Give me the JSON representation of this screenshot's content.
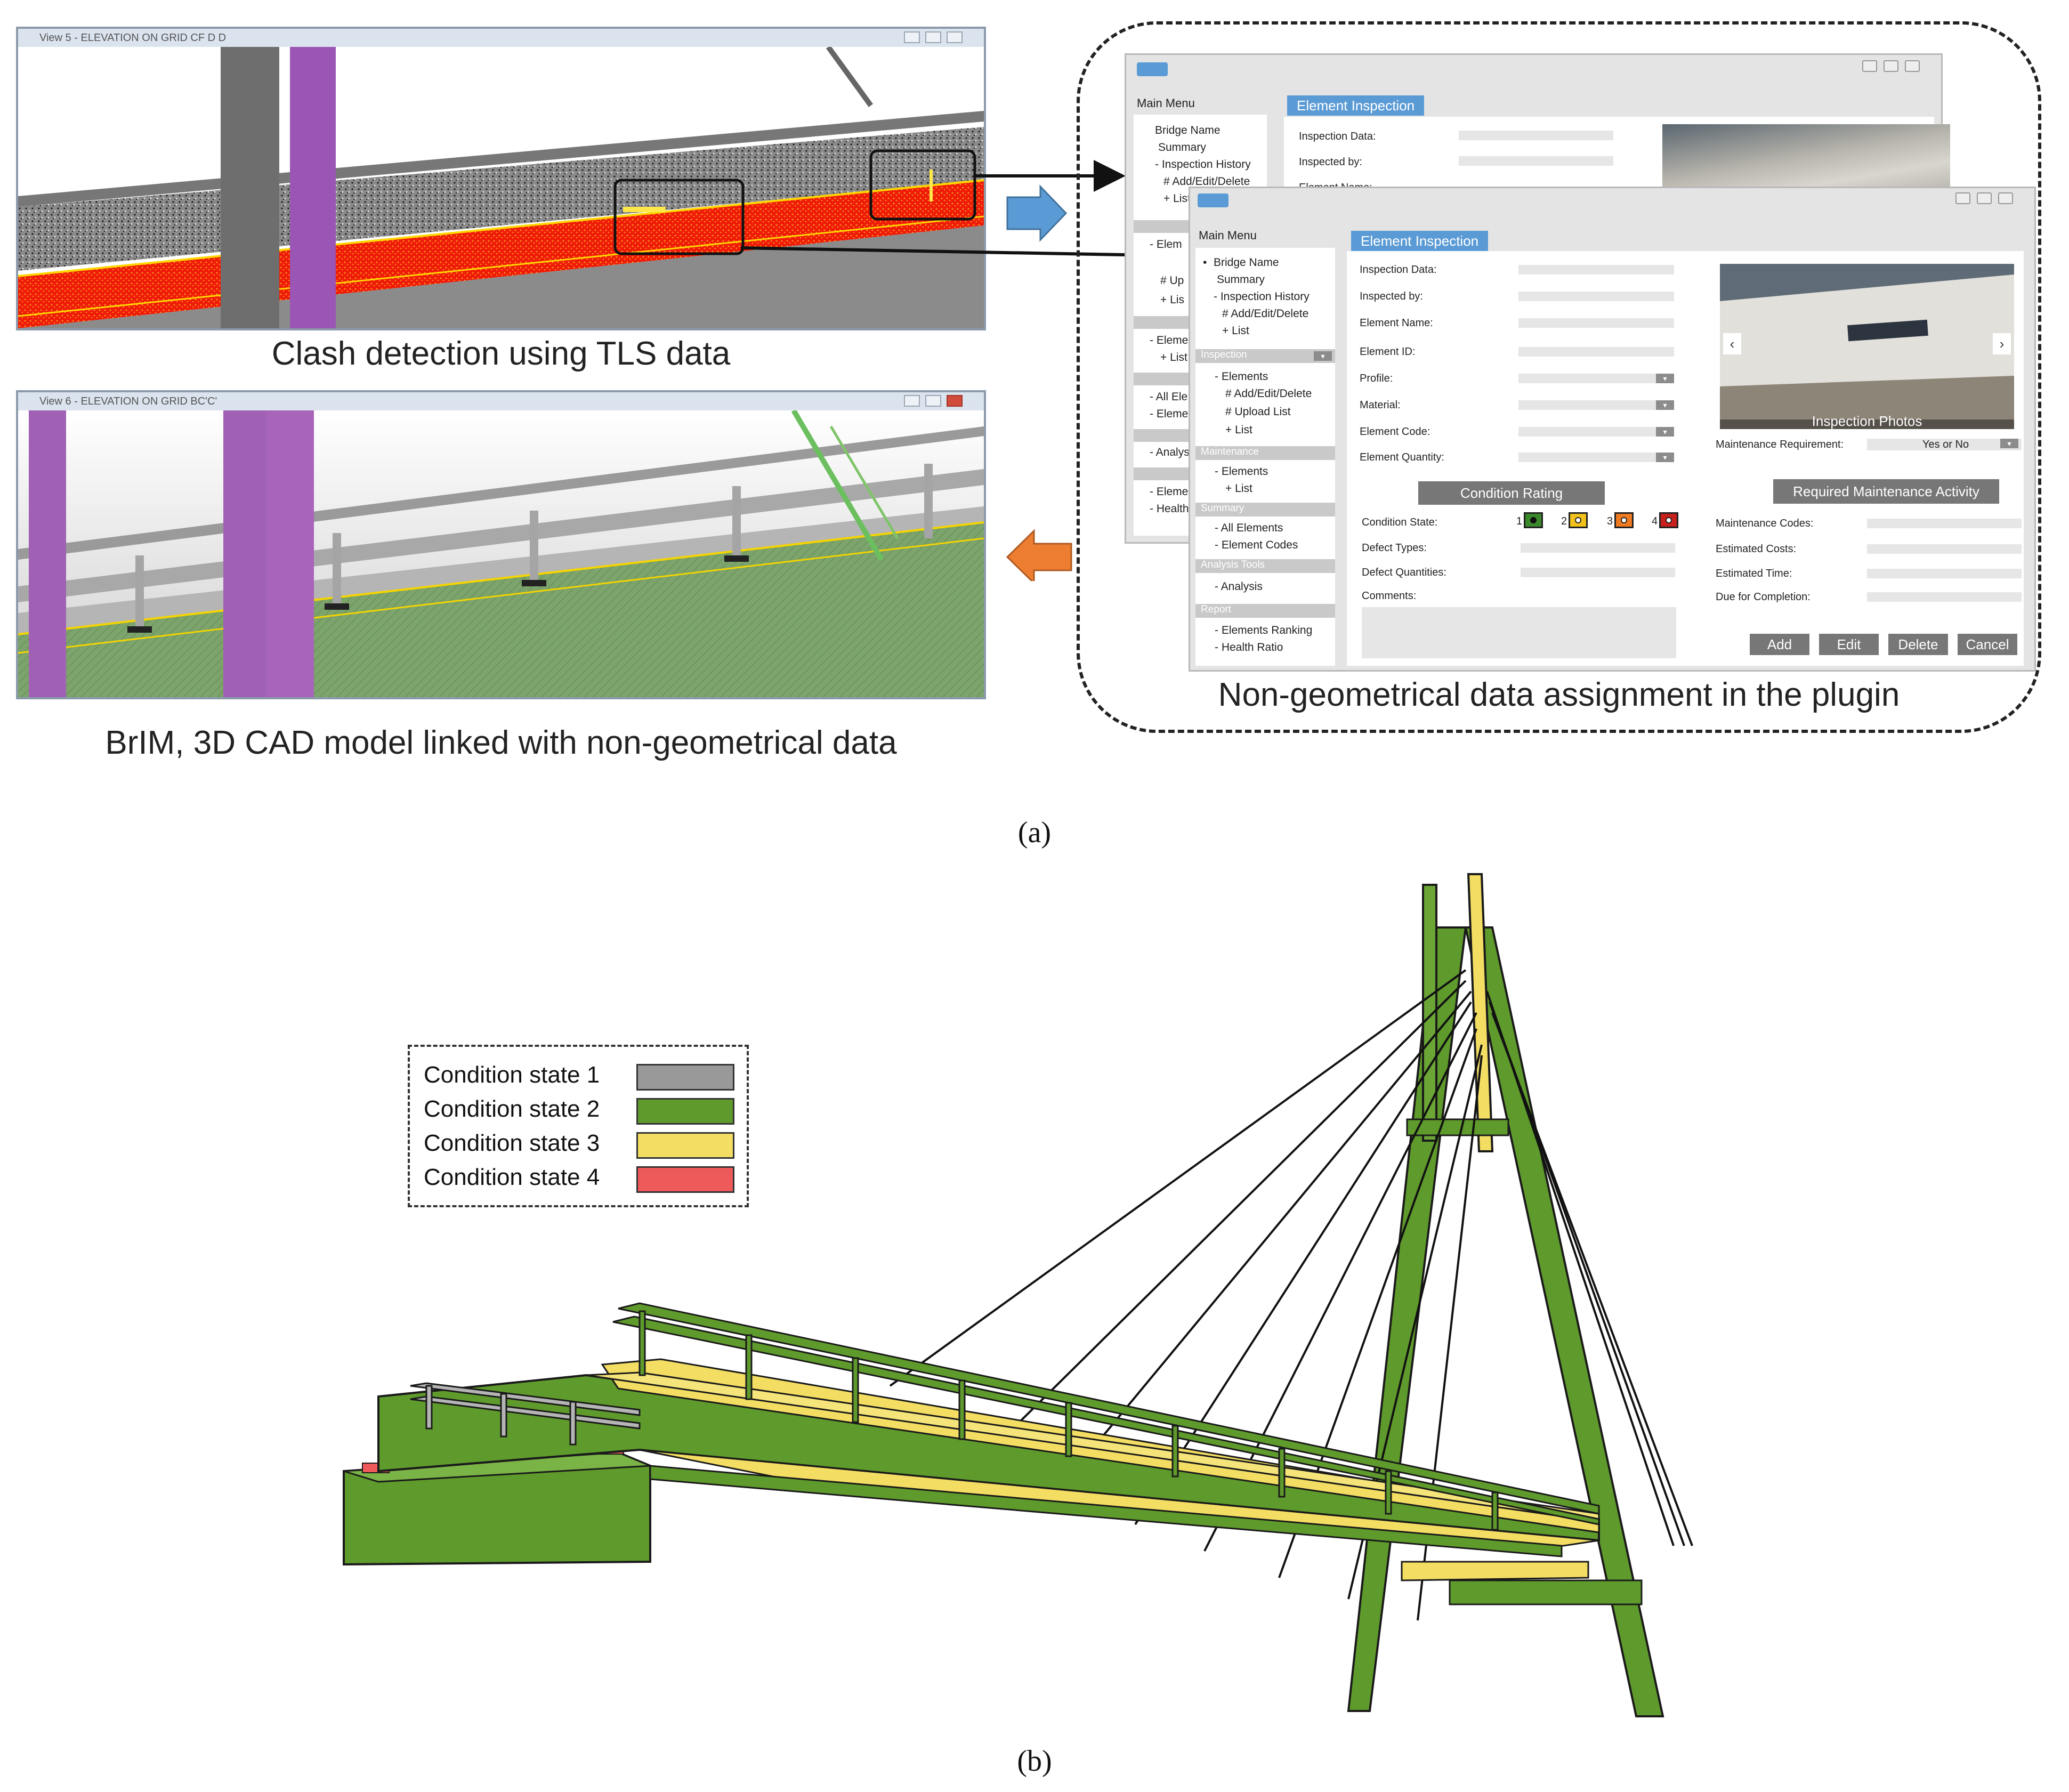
{
  "panel_a": {
    "tls_window": {
      "title": "View 5 - ELEVATION ON GRID CF D D"
    },
    "tls_caption": "Clash detection using TLS data",
    "cad_window": {
      "title": "View 6 - ELEVATION ON GRID BC'C'"
    },
    "cad_caption": "BrIM, 3D CAD model linked with non-geometrical data",
    "plugin_caption": "Non-geometrical data assignment in the plugin",
    "label": "(a)"
  },
  "plugin_back": {
    "main_menu": "Main Menu",
    "section_title": "Element Inspection",
    "menu_items": [
      "Bridge Name",
      "Summary",
      "- Inspection History",
      "# Add/Edit/Delete",
      "+ List"
    ],
    "truncated_items": [
      "- Elem",
      "# Up",
      "+ Lis",
      "- Eleme",
      "+ List",
      "- All Ele",
      "- Eleme",
      "- Analys",
      "- Eleme",
      "- Health"
    ],
    "fields": [
      "Inspection Data:",
      "Inspected by:",
      "Element Name:"
    ]
  },
  "plugin_front": {
    "main_menu": "Main Menu",
    "section_title": "Element Inspection",
    "menu_top": [
      "Bridge Name",
      "Summary",
      "- Inspection History",
      "# Add/Edit/Delete",
      "+ List"
    ],
    "menu_sections": [
      {
        "title": "Inspection",
        "items": [
          "- Elements",
          "# Add/Edit/Delete",
          "# Upload List",
          "+ List"
        ]
      },
      {
        "title": "Maintenance",
        "items": [
          "- Elements",
          "+ List"
        ]
      },
      {
        "title": "Summary",
        "items": [
          "- All Elements",
          "- Element Codes"
        ]
      },
      {
        "title": "Analysis Tools",
        "items": [
          "- Analysis"
        ]
      },
      {
        "title": "Report",
        "items": [
          "- Elements Ranking",
          "- Health Ratio"
        ]
      }
    ],
    "fields_left": [
      {
        "label": "Inspection Data:",
        "dropdown": false
      },
      {
        "label": "Inspected by:",
        "dropdown": false
      },
      {
        "label": "Element Name:",
        "dropdown": false
      },
      {
        "label": "Element ID:",
        "dropdown": false
      },
      {
        "label": "Profile:",
        "dropdown": true
      },
      {
        "label": "Material:",
        "dropdown": true
      },
      {
        "label": "Element Code:",
        "dropdown": true
      },
      {
        "label": "Element Quantity:",
        "dropdown": true
      }
    ],
    "condition_rating_btn": "Condition Rating",
    "condition_state_label": "Condition State:",
    "condition_states": [
      {
        "num": "1",
        "color": "#3a8a2c"
      },
      {
        "num": "2",
        "color": "#f2c21b"
      },
      {
        "num": "3",
        "color": "#f07a22"
      },
      {
        "num": "4",
        "color": "#c8201c"
      }
    ],
    "defect_types": "Defect Types:",
    "defect_quantities": "Defect Quantities:",
    "comments": "Comments:",
    "photo_caption": "Inspection Photos",
    "maintenance_requirement": "Maintenance Requirement:",
    "maintenance_value": "Yes or No",
    "req_maintenance_btn": "Required Maintenance Activity",
    "fields_right": [
      "Maintenance Codes:",
      "Estimated Costs:",
      "Estimated Time:",
      "Due for Completion:"
    ],
    "buttons": [
      "Add",
      "Edit",
      "Delete",
      "Cancel"
    ]
  },
  "panel_b": {
    "label": "(b)",
    "legend": [
      {
        "label": "Condition state 1",
        "color": "#999999"
      },
      {
        "label": "Condition state 2",
        "color": "#5f9a2c"
      },
      {
        "label": "Condition state 3",
        "color": "#f3de63"
      },
      {
        "label": "Condition state 4",
        "color": "#ee5a5a"
      }
    ]
  }
}
